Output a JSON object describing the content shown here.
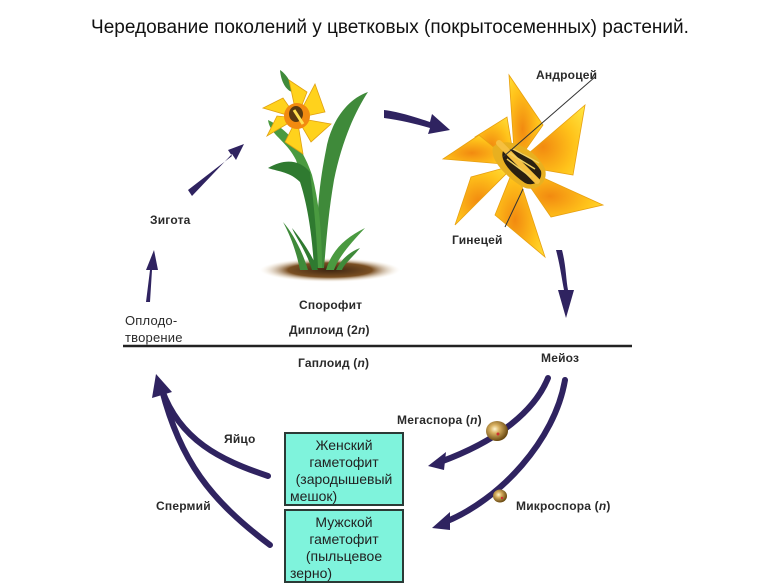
{
  "title": "Чередование поколений у цветковых (покрытосеменных) растений.",
  "colors": {
    "arrow": "#2f2360",
    "gametophyte_box": "#7ff3dc",
    "divider": "#222222",
    "petal_yellow": "#ffd21c",
    "petal_orange": "#f28a10",
    "leaf_green": "#3f8a3a",
    "soil": "#7a4f22"
  },
  "labels": {
    "sporophyte": "Спорофит",
    "diploid": "Диплоид (2",
    "diploid_n": "n",
    "diploid_close": ")",
    "haploid": "Гаплоид (",
    "haploid_n": "n",
    "haploid_close": ")",
    "androecium": "Андроцей",
    "gynoecium": "Гинецей",
    "meiosis": "Мейоз",
    "megaspore": "Мегаспора (",
    "megaspore_n": "n",
    "megaspore_close": ")",
    "microspore": "Микроспора (",
    "microspore_n": "n",
    "microspore_close": ")",
    "egg": "Яйцо",
    "sperm": "Спермий",
    "zygote": "Зигота",
    "fertilization_line1": "Оплодо-",
    "fertilization_line2": "творение"
  },
  "boxes": {
    "female_gametophyte": [
      "Женский",
      "гаметофит",
      "(зародышевый",
      "мешок)"
    ],
    "male_gametophyte": [
      "Мужской",
      "гаметофит",
      "(пыльцевое",
      "зерно)"
    ]
  },
  "icons": {
    "sporophyte_plant": "daffodil-plant-icon",
    "flower": "daffodil-flower-icon",
    "megaspore": "spore-icon",
    "microspore": "spore-icon"
  }
}
